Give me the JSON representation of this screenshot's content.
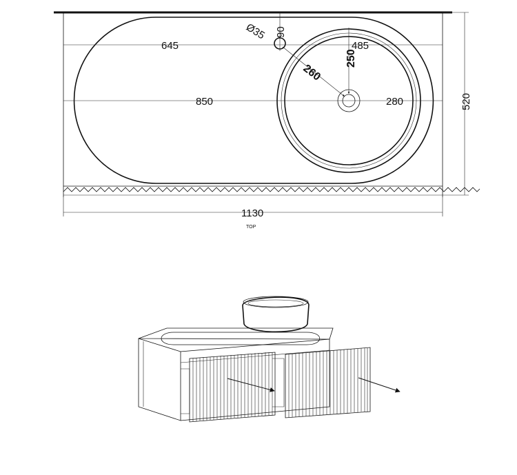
{
  "top_view": {
    "caption": "TOP",
    "dimensions": {
      "overall_width": "1130",
      "depth": "520",
      "straight_length": "645",
      "inner_length": "850",
      "basin_offset_right": "485",
      "basin_radius_right": "280",
      "basin_to_tap_diag": "260",
      "tap_offset_vertical": "250",
      "tap_hole_diameter": "Ø35",
      "tap_offset_top": "90"
    }
  },
  "perspective_view": {
    "drawers": 2
  }
}
